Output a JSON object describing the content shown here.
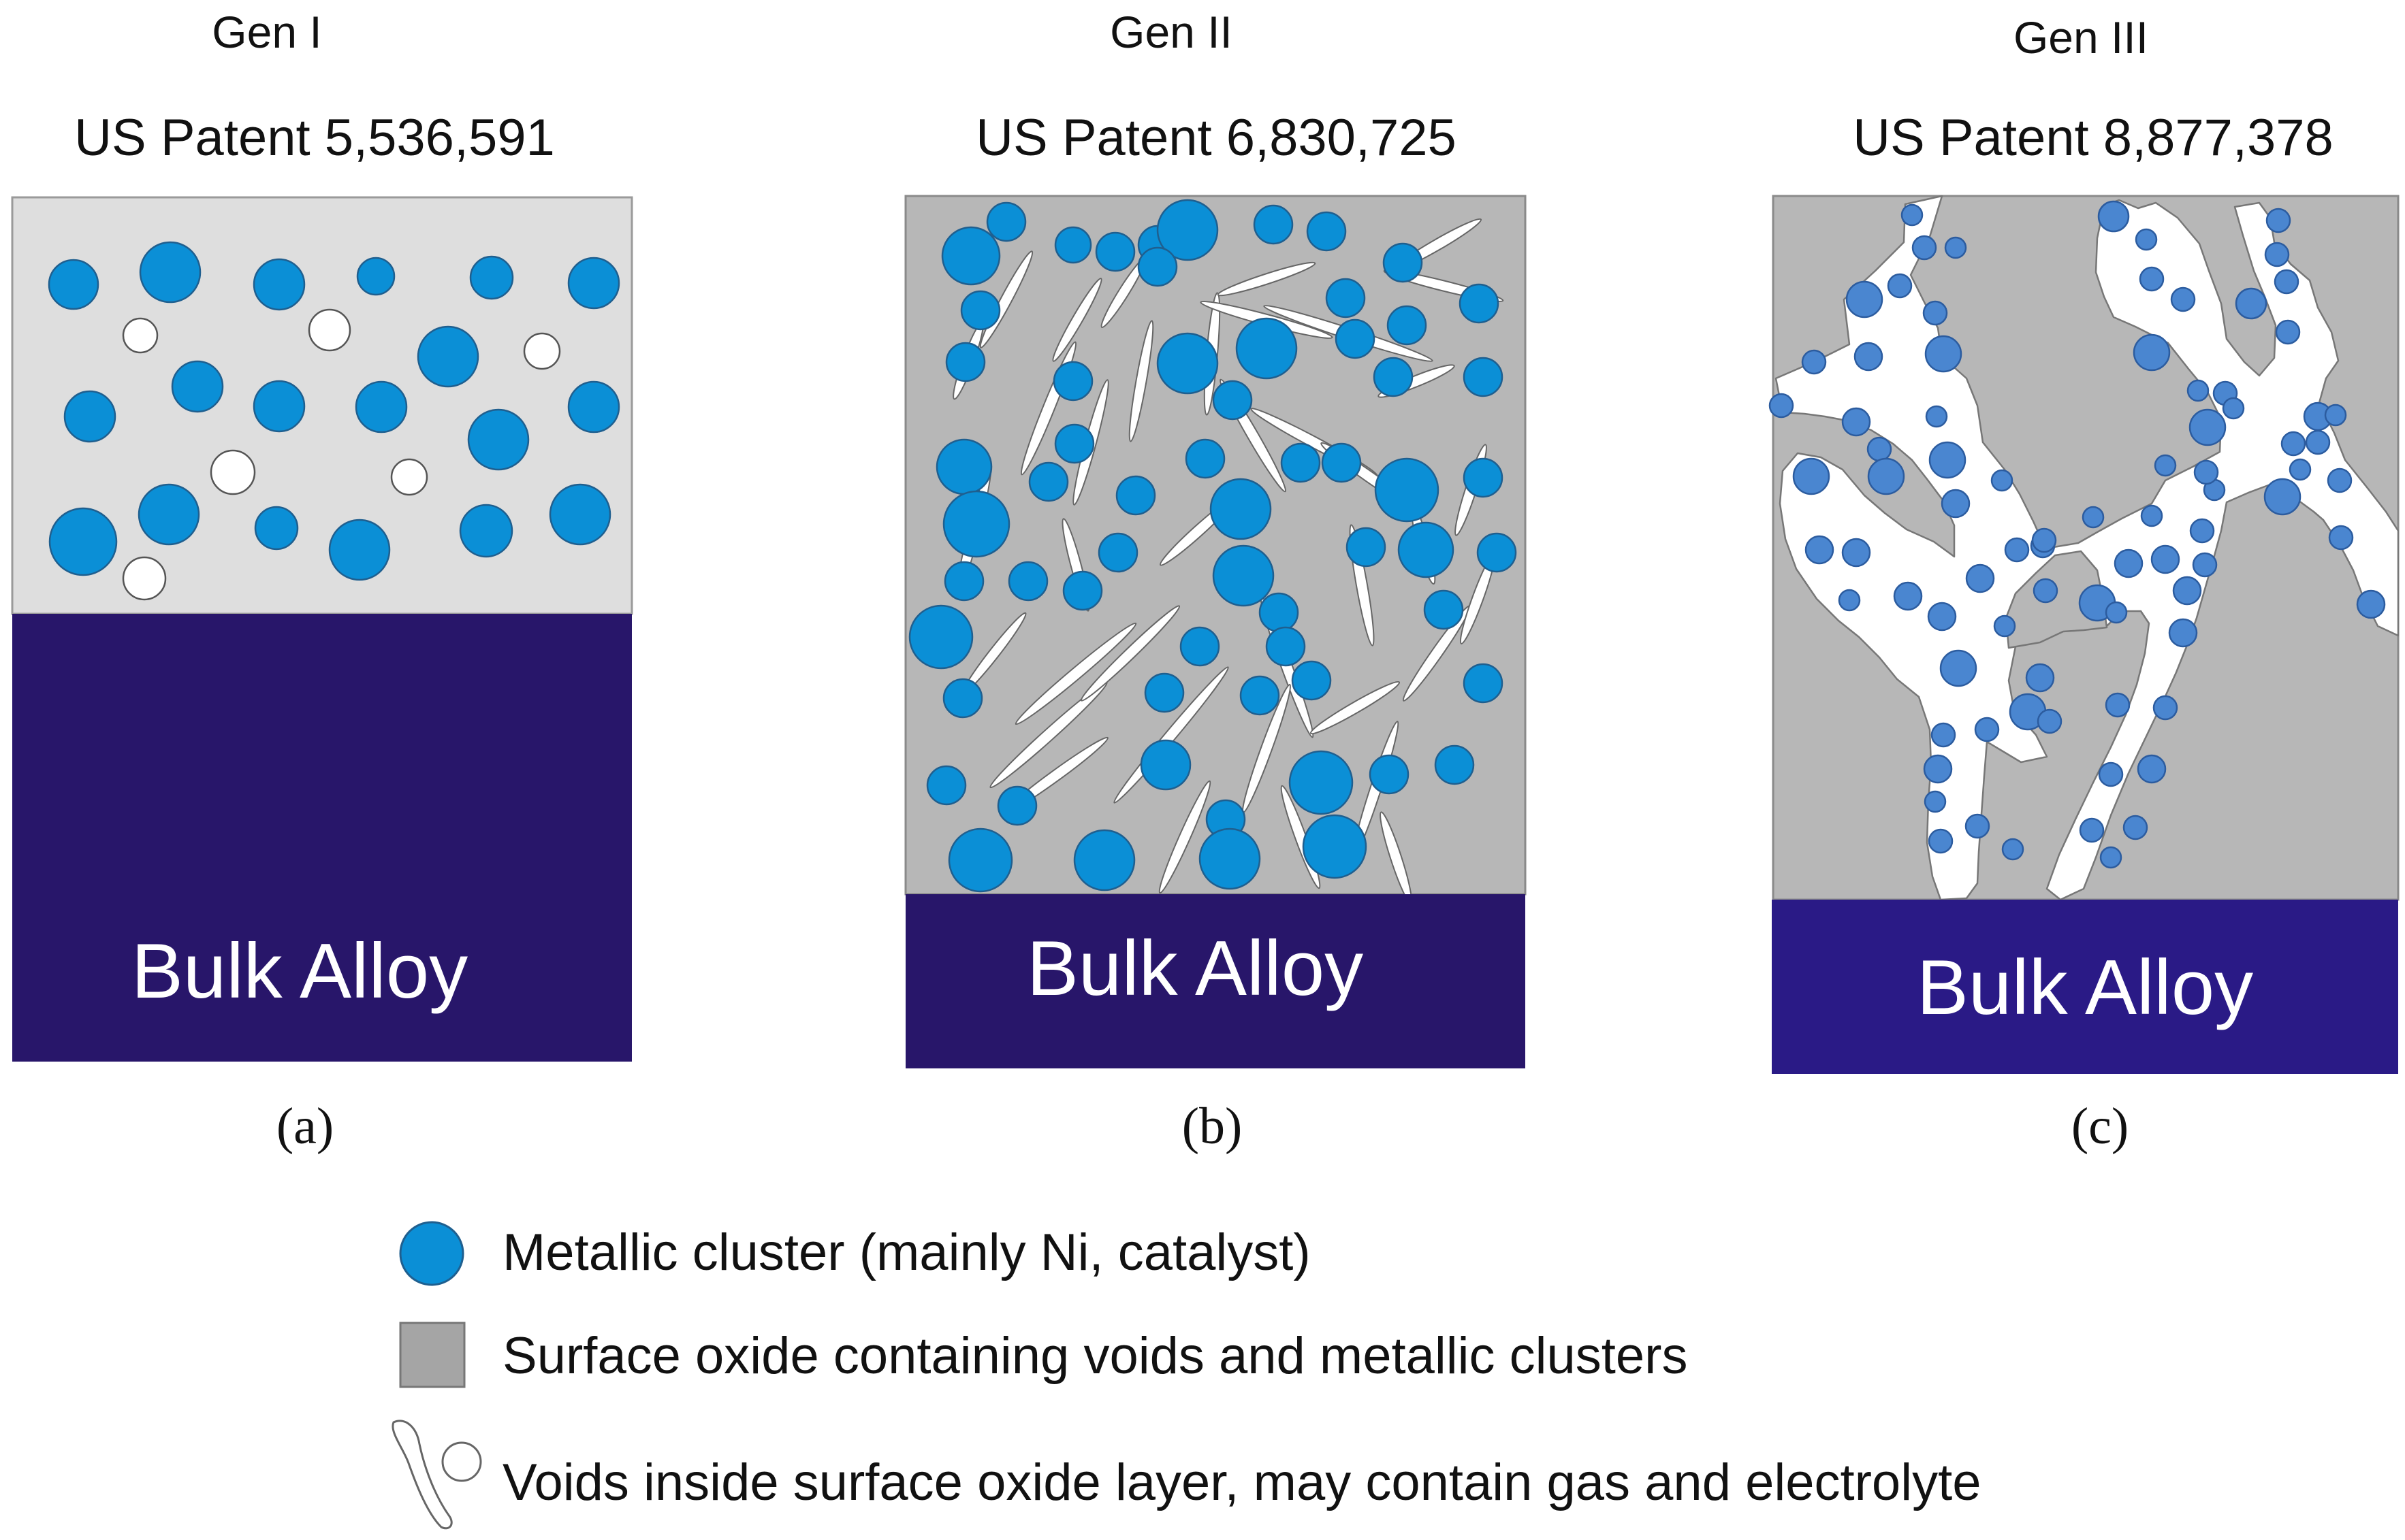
{
  "panels": [
    {
      "generation": "Gen I",
      "patent": "US Patent 5,536,591",
      "substrate": "Bulk Alloy",
      "caption": "(a)"
    },
    {
      "generation": "Gen II",
      "patent": "US Patent 6,830,725",
      "substrate": "Bulk Alloy",
      "caption": "(b)"
    },
    {
      "generation": "Gen III",
      "patent": "US Patent 8,877,378",
      "substrate": "Bulk Alloy",
      "caption": "(c)"
    }
  ],
  "legend": {
    "cluster": "Metallic cluster (mainly Ni, catalyst)",
    "oxide": "Surface oxide containing voids and metallic clusters",
    "voids": "Voids inside surface oxide layer, may contain gas and electrolyte"
  },
  "colors": {
    "cluster": "#0b8fd6",
    "cluster_gen3": "#4a86d0",
    "oxide_gen1": "#dedede",
    "oxide": "#b7b7b7",
    "void": "#ffffff",
    "bulk_alloy": "#28166a",
    "bulk_alloy_gen3": "#2a1a86"
  }
}
